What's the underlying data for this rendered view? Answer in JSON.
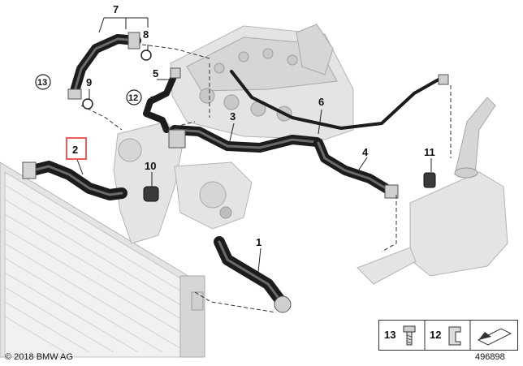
{
  "callouts": [
    {
      "id": "1",
      "label": "1"
    },
    {
      "id": "2",
      "label": "2",
      "highlighted": true
    },
    {
      "id": "3",
      "label": "3"
    },
    {
      "id": "4",
      "label": "4"
    },
    {
      "id": "5",
      "label": "5"
    },
    {
      "id": "6",
      "label": "6"
    },
    {
      "id": "7",
      "label": "7"
    },
    {
      "id": "8",
      "label": "8"
    },
    {
      "id": "9",
      "label": "9"
    },
    {
      "id": "10",
      "label": "10"
    },
    {
      "id": "11",
      "label": "11"
    },
    {
      "id": "12",
      "label": "12",
      "circled": true
    },
    {
      "id": "13",
      "label": "13",
      "circled": true
    }
  ],
  "legend": {
    "items": [
      {
        "label": "13",
        "icon": "bolt-icon"
      },
      {
        "label": "12",
        "icon": "clip-icon"
      }
    ],
    "arrow_icon": "direction-arrow-icon"
  },
  "footer": {
    "copyright": "© 2018 BMW AG",
    "diagram_id": "496898"
  },
  "colors": {
    "highlight": "#f15a5a",
    "hose": "#1c1c1c",
    "component_gray": "#e4e4e4"
  }
}
